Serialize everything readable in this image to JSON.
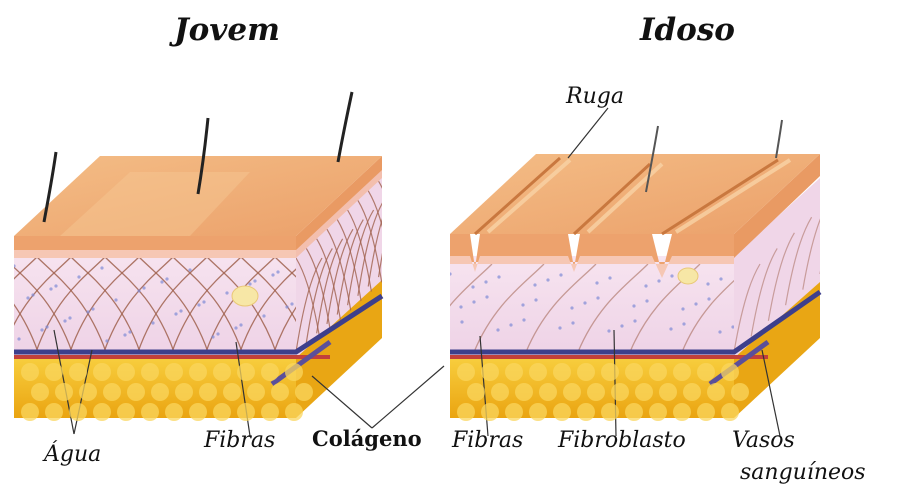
{
  "titles": {
    "young": "Jovem",
    "old": "Idoso"
  },
  "labels": {
    "wrinkle": "Ruga",
    "water": "Água",
    "fibers_left": "Fibras",
    "collagen": "Colágeno",
    "fibers_right": "Fibras",
    "fibroblast": "Fibroblasto",
    "vessels_line1": "Vasos",
    "vessels_line2": "sanguíneos"
  },
  "colors": {
    "epidermis_top": "#f0b27a",
    "epidermis_front": "#eea874",
    "dermis": "#f3ddec",
    "collagen_fiber": "#a0624e",
    "fat": "#f2b51c",
    "fat_light": "#f9d65e",
    "vein": "#3d3f8c",
    "artery": "#c2403b",
    "hair": "#222222"
  }
}
